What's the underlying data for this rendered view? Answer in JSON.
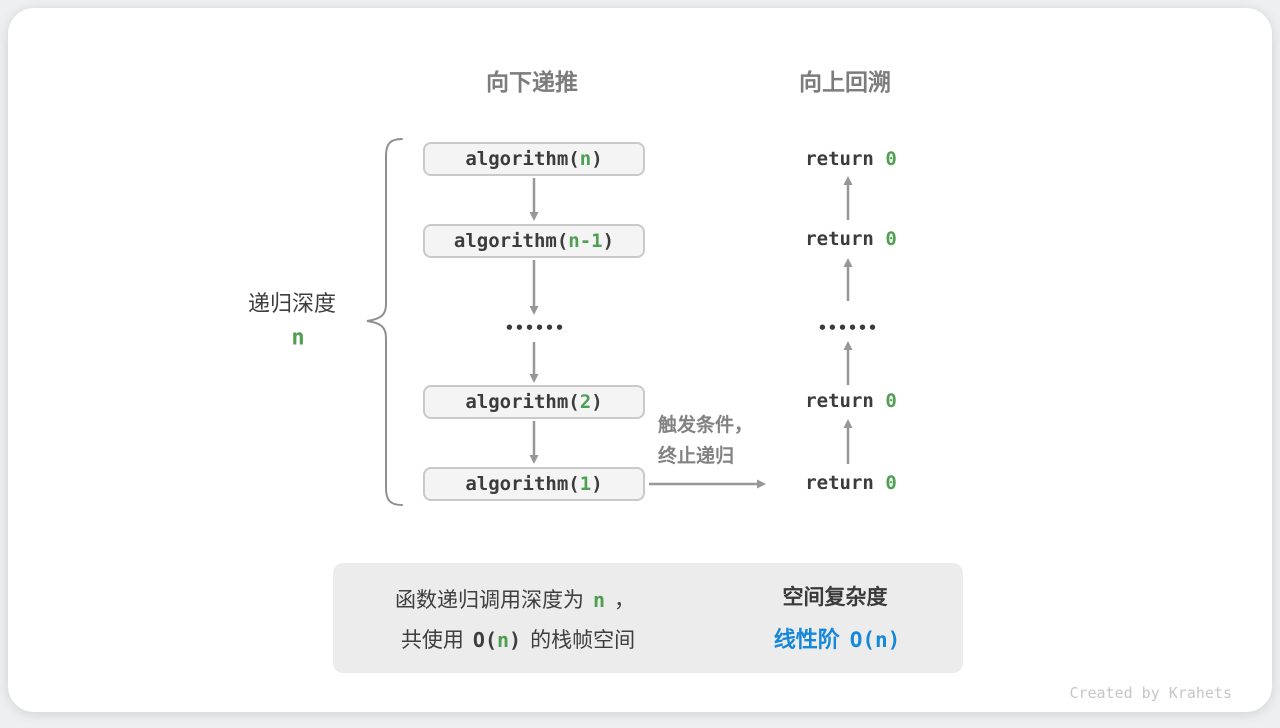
{
  "colors": {
    "accent_green": "#4f9e53",
    "accent_blue": "#1688d9",
    "arrow_gray": "#979797",
    "header_gray": "#7c7c7c",
    "code_dark": "#3c3c3c",
    "box_fill": "#f4f4f5",
    "box_border": "#c9c9c9",
    "summary_fill": "#ececec"
  },
  "headers": {
    "downward": "向下递推",
    "upward": "向上回溯"
  },
  "depth_brace": {
    "label": "递归深度",
    "value": "n"
  },
  "call_stack": [
    {
      "prefix": "algorithm(",
      "arg": "n",
      "suffix": ")"
    },
    {
      "prefix": "algorithm(",
      "arg": "n-1",
      "suffix": ")"
    },
    {
      "prefix": "algorithm(",
      "arg": "2",
      "suffix": ")"
    },
    {
      "prefix": "algorithm(",
      "arg": "1",
      "suffix": ")"
    }
  ],
  "ellipsis": "••••••",
  "returns": [
    {
      "prefix": "return ",
      "value": "0"
    },
    {
      "prefix": "return ",
      "value": "0"
    },
    {
      "prefix": "return ",
      "value": "0"
    },
    {
      "prefix": "return ",
      "value": "0"
    }
  ],
  "trigger_note": {
    "line1": "触发条件，",
    "line2": "终止递归"
  },
  "summary": {
    "left_line1": {
      "prefix": "函数递归调用深度为",
      "arg": "n",
      "suffix": "，"
    },
    "left_line2": {
      "prefix": "共使用",
      "o_open": "O(",
      "arg": "n",
      "o_close": ")",
      "suffix": "的栈帧空间"
    },
    "right_title": "空间复杂度",
    "right_value": {
      "label": "线性阶",
      "o_open": "O(",
      "arg": "n",
      "o_close": ")"
    }
  },
  "credit": "Created by Krahets"
}
